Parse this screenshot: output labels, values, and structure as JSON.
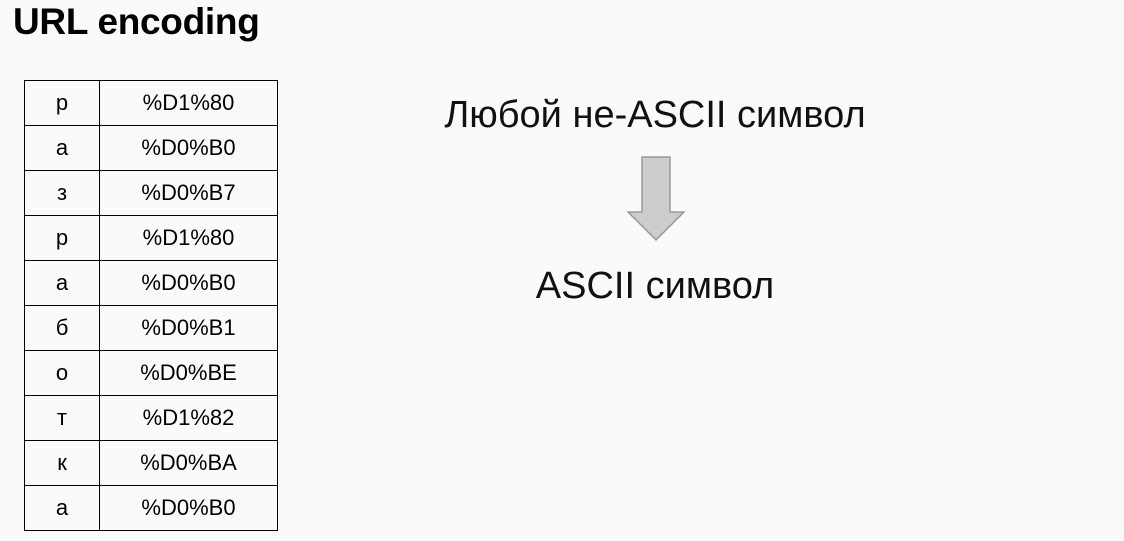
{
  "slide": {
    "title": "URL encoding",
    "rows": [
      {
        "char": "р",
        "code": "%D1%80"
      },
      {
        "char": "а",
        "code": "%D0%B0"
      },
      {
        "char": "з",
        "code": "%D0%B7"
      },
      {
        "char": "р",
        "code": "%D1%80"
      },
      {
        "char": "а",
        "code": "%D0%B0"
      },
      {
        "char": "б",
        "code": "%D0%B1"
      },
      {
        "char": "о",
        "code": "%D0%BE"
      },
      {
        "char": "т",
        "code": "%D1%82"
      },
      {
        "char": "к",
        "code": "%D0%BA"
      },
      {
        "char": "а",
        "code": "%D0%B0"
      }
    ],
    "diagram": {
      "source_label": "Любой не-ASCII символ",
      "target_label": "ASCII символ",
      "arrow_icon": "arrow-down-icon",
      "arrow_fill": "#cccccc",
      "arrow_stroke": "#999999"
    }
  }
}
